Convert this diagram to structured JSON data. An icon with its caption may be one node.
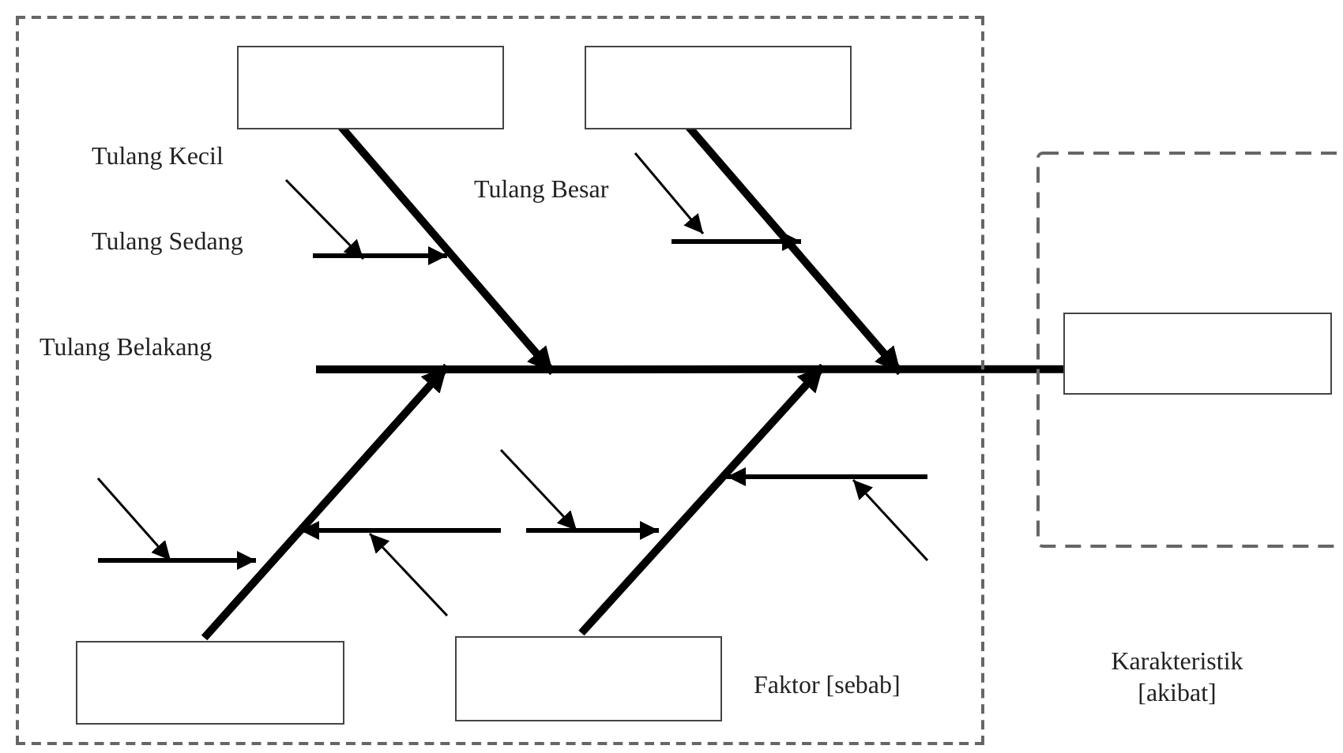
{
  "diagram": {
    "nodes": [
      {
        "text": [
          "Faktor [sebab]"
        ]
      },
      {
        "text": [],
        "shape": "box",
        "in": 0
      },
      {
        "text": [],
        "shape": "box",
        "in": 0
      },
      {
        "text": [],
        "shape": "box",
        "in": 0
      },
      {
        "text": [],
        "shape": "box",
        "in": 0
      },
      {
        "text": [
          "Karakteristik [akibat]"
        ]
      },
      {
        "text": [],
        "shape": "box",
        "in": 5
      }
    ],
    "edges": [
      {
        "from": null,
        "to": 6,
        "arrow": "none"
      },
      {
        "from": 1,
        "to": null,
        "arrow": "to"
      },
      {
        "from": 2,
        "to": null,
        "arrow": "to"
      },
      {
        "from": 3,
        "to": null,
        "arrow": "to"
      },
      {
        "from": 4,
        "to": null,
        "arrow": "to"
      }
    ],
    "labels": [
      "Tulang Kecil",
      "Tulang Besar",
      "Tulang Sedang",
      "Tulang Belakang"
    ]
  }
}
